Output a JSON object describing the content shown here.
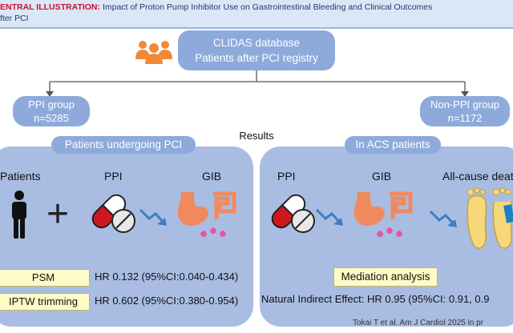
{
  "banner": {
    "label": "ENTRAL ILLUSTRATION:",
    "title_line1": "Impact of Proton Pump Inhibitor Use on Gastrointestinal Bleeding and Clinical Outcomes",
    "title_line2": "fter PCI"
  },
  "database": {
    "line1": "CLIDAS database",
    "line2": "Patients after PCI registry",
    "icon": "people-group-icon"
  },
  "groups": {
    "ppi": {
      "line1": "PPI group",
      "line2": "n=5285"
    },
    "non_ppi": {
      "line1": "Non-PPI group",
      "line2": "n=1172"
    }
  },
  "results_label": "Results",
  "left_panel": {
    "label": "Patients undergoing PCI",
    "col_patients": "Patients",
    "col_ppi": "PPI",
    "col_gib": "GIB",
    "plus": "+",
    "rows": [
      {
        "method": "PSM",
        "result": "HR 0.132 (95%CI:0.040-0.434)"
      },
      {
        "method": "IPTW trimming",
        "result": "HR 0.602 (95%CI:0.380-0.954)"
      }
    ]
  },
  "right_panel": {
    "label": "In ACS patients",
    "col_ppi": "PPI",
    "col_gib": "GIB",
    "col_death": "All-cause deat",
    "analysis": "Mediation analysis",
    "effect_label": "Natural Indirect Effect:",
    "effect_value": "HR 0.95 (95%CI: 0.91, 0.9"
  },
  "citation": "Tokai T et al. Am J Cardiol 2025 in pr",
  "colors": {
    "pill": "#8eaadb",
    "panel": "#a9bde3",
    "highlight": "#fffbc7",
    "arrow_blue": "#3e7dc4",
    "stomach_orange": "#f08a5d",
    "blood_pink": "#e055a8",
    "capsule_red": "#d0171e"
  }
}
